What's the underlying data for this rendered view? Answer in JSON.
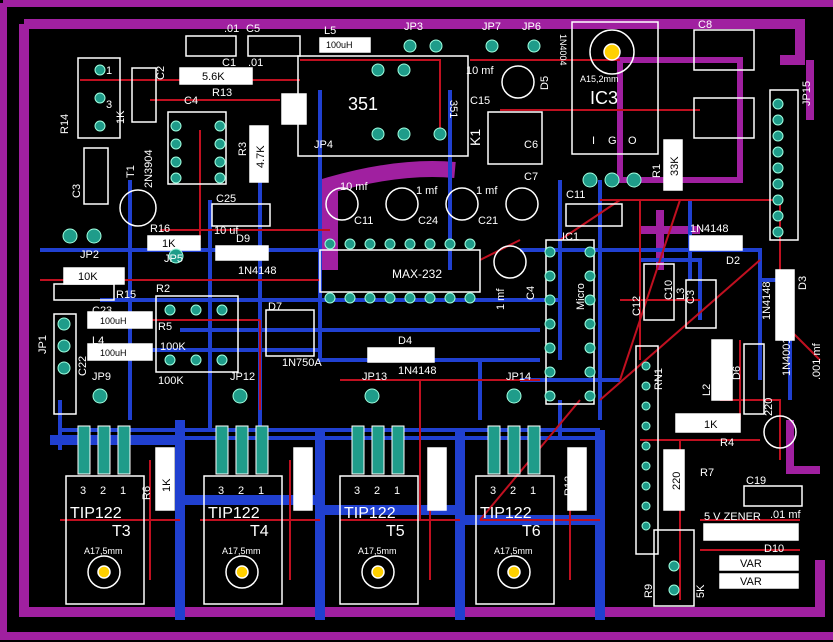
{
  "colors": {
    "board": "#000000",
    "outline": "#a020a0",
    "pad": "#1f9c8a",
    "top_trace": "#c01020",
    "bottom_trace": "#2040d0",
    "silk": "#ffffff",
    "part_fill": "#ffffff"
  },
  "labels": {
    "c_01a": ".01",
    "c5": "C5",
    "l5": "L5",
    "l5_val": "100uH",
    "jp3": "JP3",
    "jp7": "JP7",
    "jp6": "JP6",
    "c8": "C8",
    "c1": "C1",
    "c_01b": ".01",
    "r5k6": "5.6K",
    "r13": "R13",
    "c2": "C2",
    "c4": "C4",
    "r14": "R14",
    "j1_1": "1",
    "j1_3": "3",
    "r1k_a": "1K",
    "k351": "351",
    "k351b": "351",
    "c10mf": "10 mf",
    "d5": "D5",
    "d5v": "1N4004",
    "ic3": "IC3",
    "ic3v": "A15,2mm",
    "c15": "C15",
    "k1": "K1",
    "c6": "C6",
    "r3": "R3",
    "r47k": "4.7K",
    "jp4": "JP4",
    "c3": "C3",
    "t1": "T1",
    "t1v": "2N3904",
    "ic_i": "I",
    "ic_g": "G",
    "ic_o": "O",
    "r1": "R1",
    "r33k": "33K",
    "jp15": "JP15",
    "c10mf_b": "10 mf",
    "c_1mf_a": "1 mf",
    "c_1mf_b": "1 mf",
    "c7": "C7",
    "c11": "C11",
    "c11_b": "C11",
    "c24": "C24",
    "c21": "C21",
    "c25": "C25",
    "c25v": "10 uf",
    "r16": "R16",
    "r1k_b": "1K",
    "d9": "D9",
    "d9v": "1N4148",
    "jp2": "JP2",
    "jp5": "JP5",
    "r10k": "10K",
    "r15": "R15",
    "r2": "R2",
    "ic1": "IC1",
    "max232": "MAX-232",
    "micro": "Micro",
    "c4mf": "1 mf",
    "c4b": "C4",
    "d1n4148_a": "1N4148",
    "d2": "D2",
    "d3": "D3",
    "d3v": "1N4148",
    "c12": "C12",
    "c10": "C10",
    "l3": "L3",
    "c3x": "C3",
    "r5": "R5",
    "r100k_a": "100K",
    "r100k_b": "100K",
    "d7": "D7",
    "d7v": "1N750A",
    "d4": "D4",
    "d4v": "1N4148",
    "jp1": "JP1",
    "c22": "C22",
    "l4": "L4",
    "l4v": "100uH",
    "c23": "C23",
    "c23v": "100uH",
    "jp9": "JP9",
    "jp12": "JP12",
    "jp13": "JP13",
    "jp14": "JP14",
    "rn1": "RN1",
    "l2": "L2",
    "d6": "D6",
    "d6v": "1N4001",
    "c220": "220",
    "c001": ".001 mf",
    "r6": "R6",
    "r1k_c": "1K",
    "r7": "R7",
    "r4": "R4",
    "r1k_d": "1K",
    "r4k": "1K",
    "t3": "T3",
    "t4": "T4",
    "t5": "T5",
    "t6": "T6",
    "tip122": "TIP122",
    "pin3": "3",
    "pin2": "2",
    "pin1": "1",
    "heatsink": "A17,5mm",
    "r12": "R12",
    "r220": "220",
    "c19": "C19",
    "c19v": ".01 mf",
    "zener": "5 V ZENER",
    "d10": "D10",
    "var1": "VAR",
    "var2": "VAR",
    "r9": "R9",
    "r5k": "5K"
  },
  "chart_data": {
    "type": "pcb-layout",
    "components": [
      "C1",
      "C2",
      "C3",
      "C4",
      "C5",
      "C6",
      "C7",
      "C8",
      "C10",
      "C11",
      "C12",
      "C15",
      "C19",
      "C21",
      "C22",
      "C23",
      "C24",
      "C25",
      "R1",
      "R2",
      "R3",
      "R4",
      "R5",
      "R6",
      "R7",
      "R9",
      "R12",
      "R13",
      "R14",
      "R15",
      "R16",
      "L2",
      "L3",
      "L4",
      "L5",
      "D2",
      "D3",
      "D4",
      "D5",
      "D6",
      "D7",
      "D9",
      "D10",
      "IC1",
      "IC3",
      "T1",
      "T3",
      "T4",
      "T5",
      "T6",
      "K1",
      "RN1",
      "JP1",
      "JP2",
      "JP3",
      "JP4",
      "JP5",
      "JP6",
      "JP7",
      "JP9",
      "JP12",
      "JP13",
      "JP14",
      "JP15"
    ]
  }
}
